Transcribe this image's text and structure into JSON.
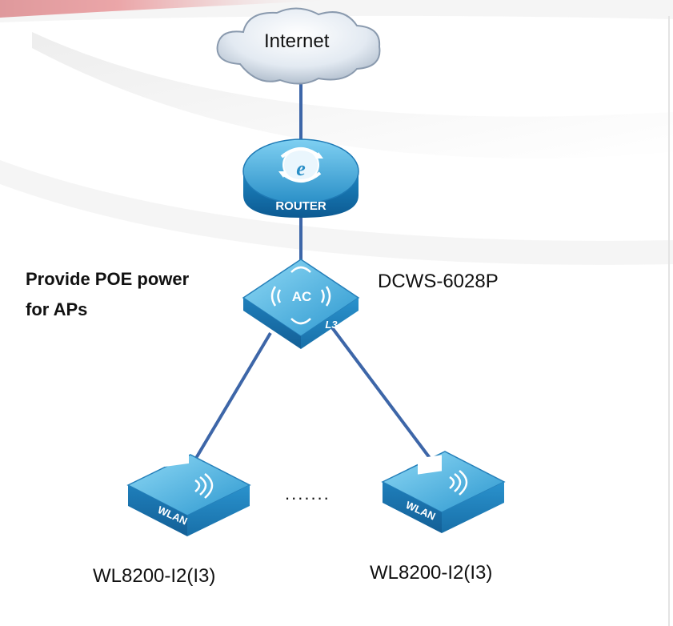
{
  "cloud": {
    "label": "Internet"
  },
  "router": {
    "label": "ROUTER",
    "icon": "e"
  },
  "ac_switch": {
    "badge": "AC",
    "layer": "L3",
    "model": "DCWS-6028P"
  },
  "note": {
    "line1": "Provide POE power",
    "line2": "for APs"
  },
  "access_points": [
    {
      "badge": "WLAN",
      "model": "WL8200-I2(I3)"
    },
    {
      "badge": "WLAN",
      "model": "WL8200-I2(I3)"
    }
  ],
  "ellipsis": ".......",
  "colors": {
    "accent_red": "#d8252c",
    "device_blue": "#2a8fc7",
    "link_blue": "#3d66a8"
  }
}
